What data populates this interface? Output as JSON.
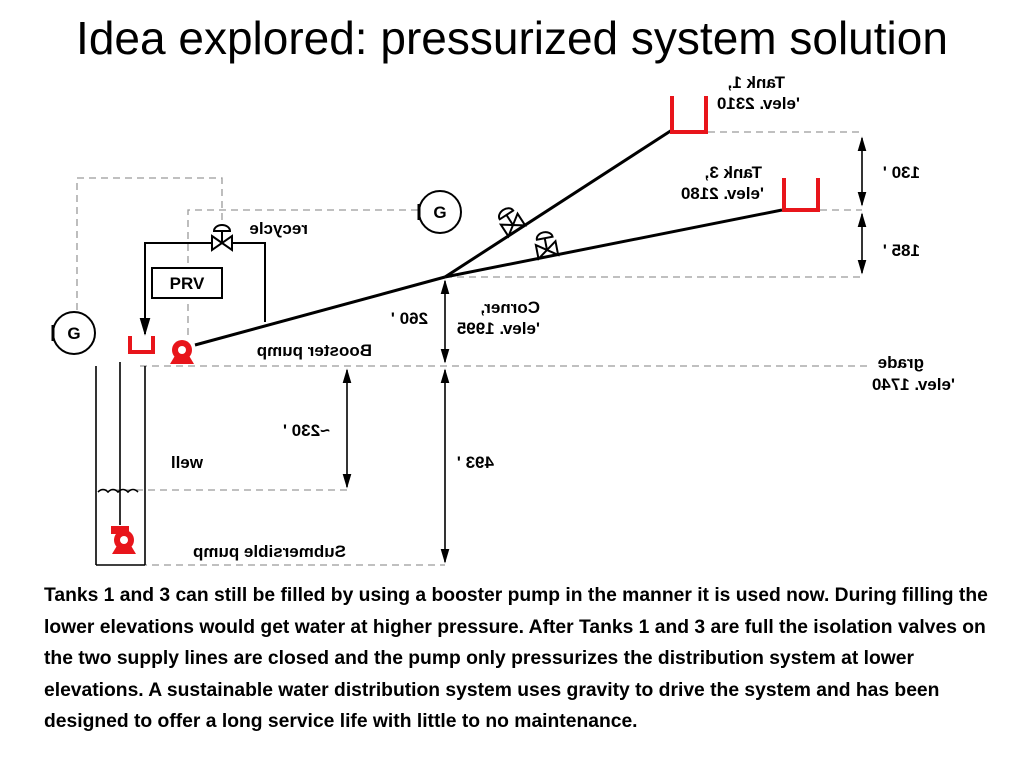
{
  "title": "Idea explored: pressurized system solution",
  "labels": {
    "tank1_name": "Tank 1,",
    "tank1_elev": "'elev. 2310",
    "tank3_name": "Tank 3,",
    "tank3_elev": "'elev. 2180",
    "dim_130": "130 '",
    "dim_185": "185 '",
    "recycle": "recycle",
    "prv": "PRV",
    "corner": "Corner,",
    "corner_elev": "'elev. 1995",
    "dim_260": "260 '",
    "booster": "Booster pump",
    "grade": "grade",
    "grade_elev": "'elev. 1740",
    "dim_230": "~230 '",
    "dim_493": "493 '",
    "well": "well",
    "submersible": "Submersible pump",
    "gauge": "G"
  },
  "caption": "Tanks 1 and 3 can still be filled by using a booster pump in the manner it is used now. During filling the lower elevations would get water at higher pressure. After Tanks 1 and 3 are full the isolation valves on the two supply lines are closed and the pump only pressurizes the distribution system at lower elevations. A sustainable water distribution system uses gravity to drive the system and has been designed to offer a long service life with little to no maintenance.",
  "colors": {
    "equipment": "#e8151b",
    "lines": "#000000",
    "dashed": "#9a9a9a"
  }
}
